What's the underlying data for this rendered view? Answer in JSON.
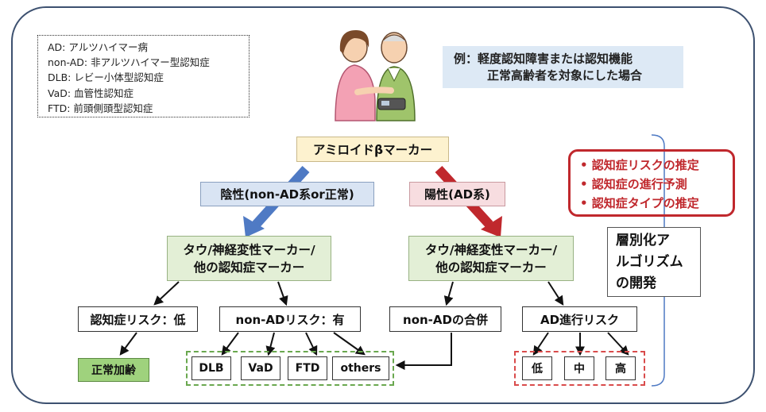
{
  "legend": [
    "AD: アルツハイマー病",
    "non-AD: 非アルツハイマー型認知症",
    "DLB: レビー小体型認知症",
    "VaD: 血管性認知症",
    "FTD: 前頭側頭型認知症"
  ],
  "example": {
    "line1": "例：軽度認知障害または認知機能",
    "line2": "正常高齢者を対象にした場合"
  },
  "flow": {
    "amyloid": "アミロイドβマーカー",
    "negative": "陰性(non-AD系or正常)",
    "positive": "陽性(AD系)",
    "tau_left_1": "タウ/神経変性マーカー/",
    "tau_left_2": "他の認知症マーカー",
    "tau_right_1": "タウ/神経変性マーカー/",
    "tau_right_2": "他の認知症マーカー",
    "risk_low": "認知症リスク：低",
    "nonad_risk": "non-ADリスク：有",
    "nonad_combined": "non-ADの合併",
    "ad_progress": "AD進行リスク",
    "normal_aging": "正常加齢",
    "subtypes": [
      "DLB",
      "VaD",
      "FTD",
      "others"
    ],
    "levels": [
      "低",
      "中",
      "高"
    ]
  },
  "predictions": [
    "• 認知症リスクの推定",
    "• 認知症の進行予測",
    "• 認知症タイプの推定"
  ],
  "algorithm": [
    "層別化ア",
    "ルゴリズム",
    "の開発"
  ],
  "colors": {
    "frame": "#3d5170",
    "negative_arrow": "#4f7ac4",
    "positive_arrow": "#c0282d",
    "prediction_red": "#c0282d"
  }
}
